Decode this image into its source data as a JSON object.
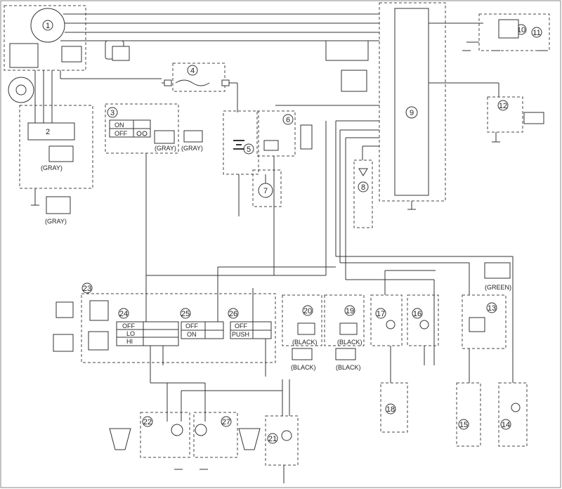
{
  "diagram": {
    "components": [
      "1",
      "2",
      "3",
      "4",
      "5",
      "6",
      "7",
      "8",
      "9",
      "10",
      "11",
      "12",
      "13",
      "14",
      "15",
      "16",
      "17",
      "18",
      "19",
      "20",
      "21",
      "22",
      "23",
      "24",
      "25",
      "26",
      "27"
    ],
    "switch_labels": {
      "main_on": "ON",
      "main_off": "OFF",
      "dimmer_off": "OFF",
      "dimmer_lo": "LO",
      "dimmer_hi": "HI",
      "light_off": "OFF",
      "light_on": "ON",
      "horn_off": "OFF",
      "horn_push": "PUSH"
    },
    "connector_colors": {
      "gray_a": "(GRAY)",
      "gray_b": "(GRAY)",
      "gray_c": "(GRAY)",
      "gray_d": "(GRAY)",
      "black_a": "(BLACK)",
      "black_b": "(BLACK)",
      "black_c": "(BLACK)",
      "black_d": "(BLACK)",
      "green": "(GREEN)"
    }
  }
}
